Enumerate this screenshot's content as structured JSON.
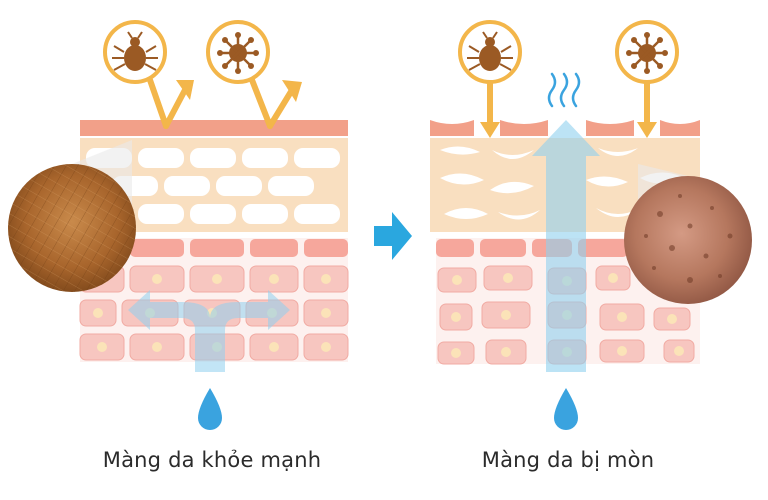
{
  "captions": {
    "healthy": "Màng da khỏe mạnh",
    "damaged": "Màng da bị mòn"
  },
  "colors": {
    "surface_layer": "#f2a089",
    "lipid_layer": "#f9e0c2",
    "bricks": "#ffffff",
    "lower_cells": "#f6c8c3",
    "cell_border": "#f0a29b",
    "nucleus": "#fbe3b8",
    "badge_ring": "#f3b64a",
    "pest_icon": "#9b5a24",
    "water_arrow": "#8fd0ee",
    "water_drop": "#3aa3df",
    "transition_arrow": "#2aa7df"
  },
  "icons": {
    "healthy": [
      "mite-icon",
      "germ-icon",
      "water-drop-icon",
      "bounce-arrow-icon",
      "skin-texture-healthy"
    ],
    "damaged": [
      "mite-icon",
      "germ-icon",
      "water-drop-icon",
      "steam-icon",
      "skin-texture-damaged"
    ],
    "middle": "right-arrow-icon"
  }
}
